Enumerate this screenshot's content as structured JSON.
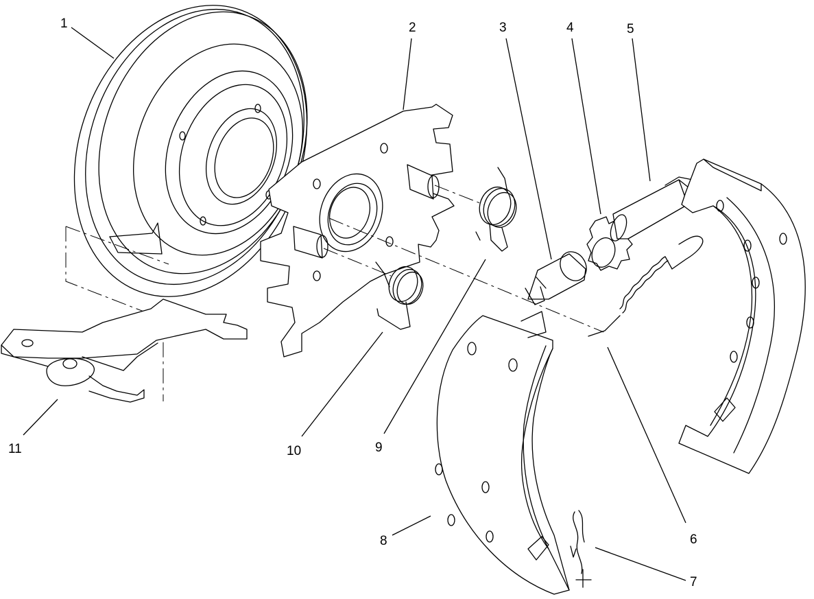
{
  "diagram": {
    "callouts": [
      {
        "id": "1",
        "label": "1",
        "part_icon": "brake-drum-icon"
      },
      {
        "id": "2",
        "label": "2",
        "part_icon": "backing-plate-icon"
      },
      {
        "id": "3",
        "label": "3",
        "part_icon": "wheel-cylinder-plug-icon"
      },
      {
        "id": "4",
        "label": "4",
        "part_icon": "adjuster-star-wheel-icon"
      },
      {
        "id": "5",
        "label": "5",
        "part_icon": "adjuster-screw-icon"
      },
      {
        "id": "6",
        "label": "6",
        "part_icon": "return-spring-icon"
      },
      {
        "id": "7",
        "label": "7",
        "part_icon": "cotter-pin-icon"
      },
      {
        "id": "8",
        "label": "8",
        "part_icon": "brake-shoe-lower-icon"
      },
      {
        "id": "9",
        "label": "9",
        "part_icon": "torsion-spring-upper-icon"
      },
      {
        "id": "10",
        "label": "10",
        "part_icon": "torsion-spring-lower-icon"
      },
      {
        "id": "11",
        "label": "11",
        "part_icon": "brake-lever-icon"
      }
    ],
    "colors": {
      "line": "#000000",
      "background": "#ffffff"
    }
  }
}
